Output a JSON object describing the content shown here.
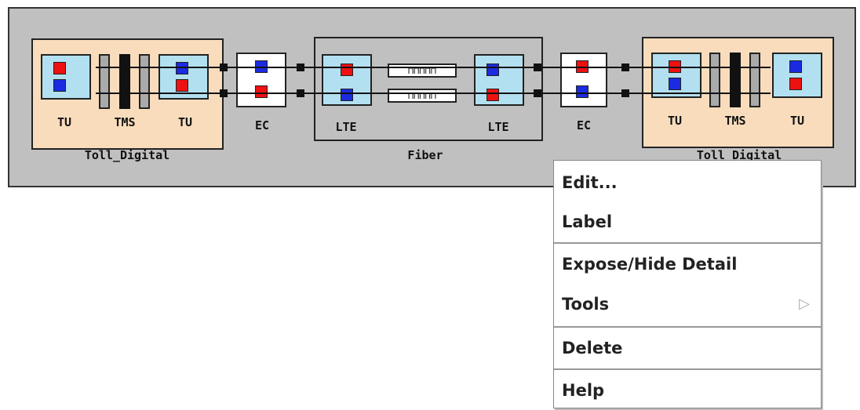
{
  "diagram": {
    "left_group_caption": "Toll_Digital",
    "right_group_caption": "Toll_Digital",
    "fiber_caption": "Fiber",
    "units": {
      "tu": "TU",
      "tms": "TMS",
      "ec": "EC",
      "lte": "LTE"
    },
    "waveform_glyph": "⊓⊓⊓⊓⊓"
  },
  "context_menu": {
    "items": [
      {
        "label": "Edit..."
      },
      {
        "label": "Label"
      },
      {
        "label": "Expose/Hide Detail"
      },
      {
        "label": "Tools",
        "submenu_icon": "▷"
      },
      {
        "label": "Delete"
      },
      {
        "label": "Help"
      }
    ]
  },
  "colors": {
    "canvas": "#c0c0c0",
    "group_peach": "#f8dcbc",
    "unit_blue": "#b3e0f0",
    "signal_red": "#ee1111",
    "signal_blue": "#1a2be0"
  }
}
